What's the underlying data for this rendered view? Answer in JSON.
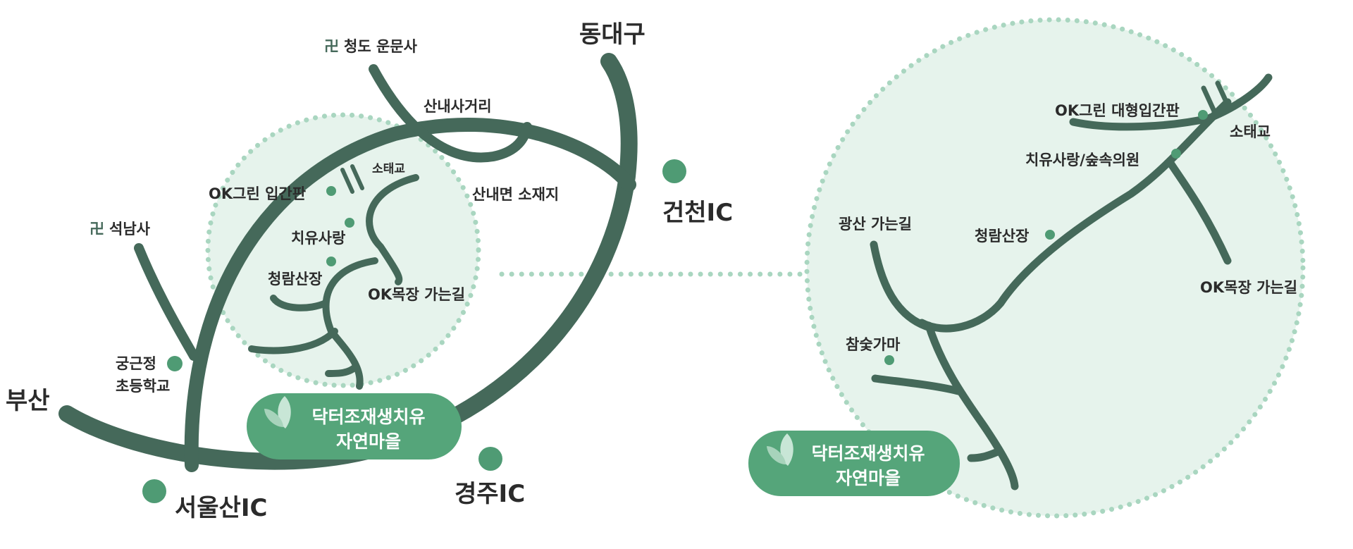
{
  "colors": {
    "road": "#45695a",
    "zone_fill": "#e6f3ec",
    "zone_dots": "#a9d6c0",
    "marker": "#4f9b74",
    "badge": "#55a57a",
    "text": "#2b2b2b"
  },
  "overview_map": {
    "cities": {
      "dongdaegu": "동대구",
      "busan": "부산"
    },
    "interchanges": {
      "geoncheon": "건천IC",
      "gyeongju": "경주IC",
      "seoulsan": "서울산IC"
    },
    "temples": {
      "icon": "卍",
      "cheongdo_unmunsa": "청도 운문사",
      "seoknamsa": "석남사"
    },
    "places": {
      "sannae_intersection": "산내사거리",
      "sannae_office": "산내면 소재지",
      "ok_green_sign": "OK그린 입간판",
      "sotaegyo": "소태교",
      "chiyu_sarang": "치유사랑",
      "cheongram_sanjang": "청람산장",
      "ok_ranch_road": "OK목장 가는길",
      "gunggeunjeong_line1": "궁근정",
      "gunggeunjeong_line2": "초등학교"
    },
    "badge": {
      "line1": "닥터조재생치유",
      "line2": "자연마을"
    }
  },
  "detail_map": {
    "places": {
      "ok_green_big_sign": "OK그린 대형입간판",
      "sotaegyo": "소태교",
      "chiyu_forest_clinic": "치유사랑/숲속의원",
      "gwangsan_road": "광산 가는길",
      "cheongram_sanjang": "청람산장",
      "ok_ranch_road": "OK목장 가는길",
      "charcoal_kiln": "참숯가마"
    },
    "badge": {
      "line1": "닥터조재생치유",
      "line2": "자연마을"
    }
  }
}
